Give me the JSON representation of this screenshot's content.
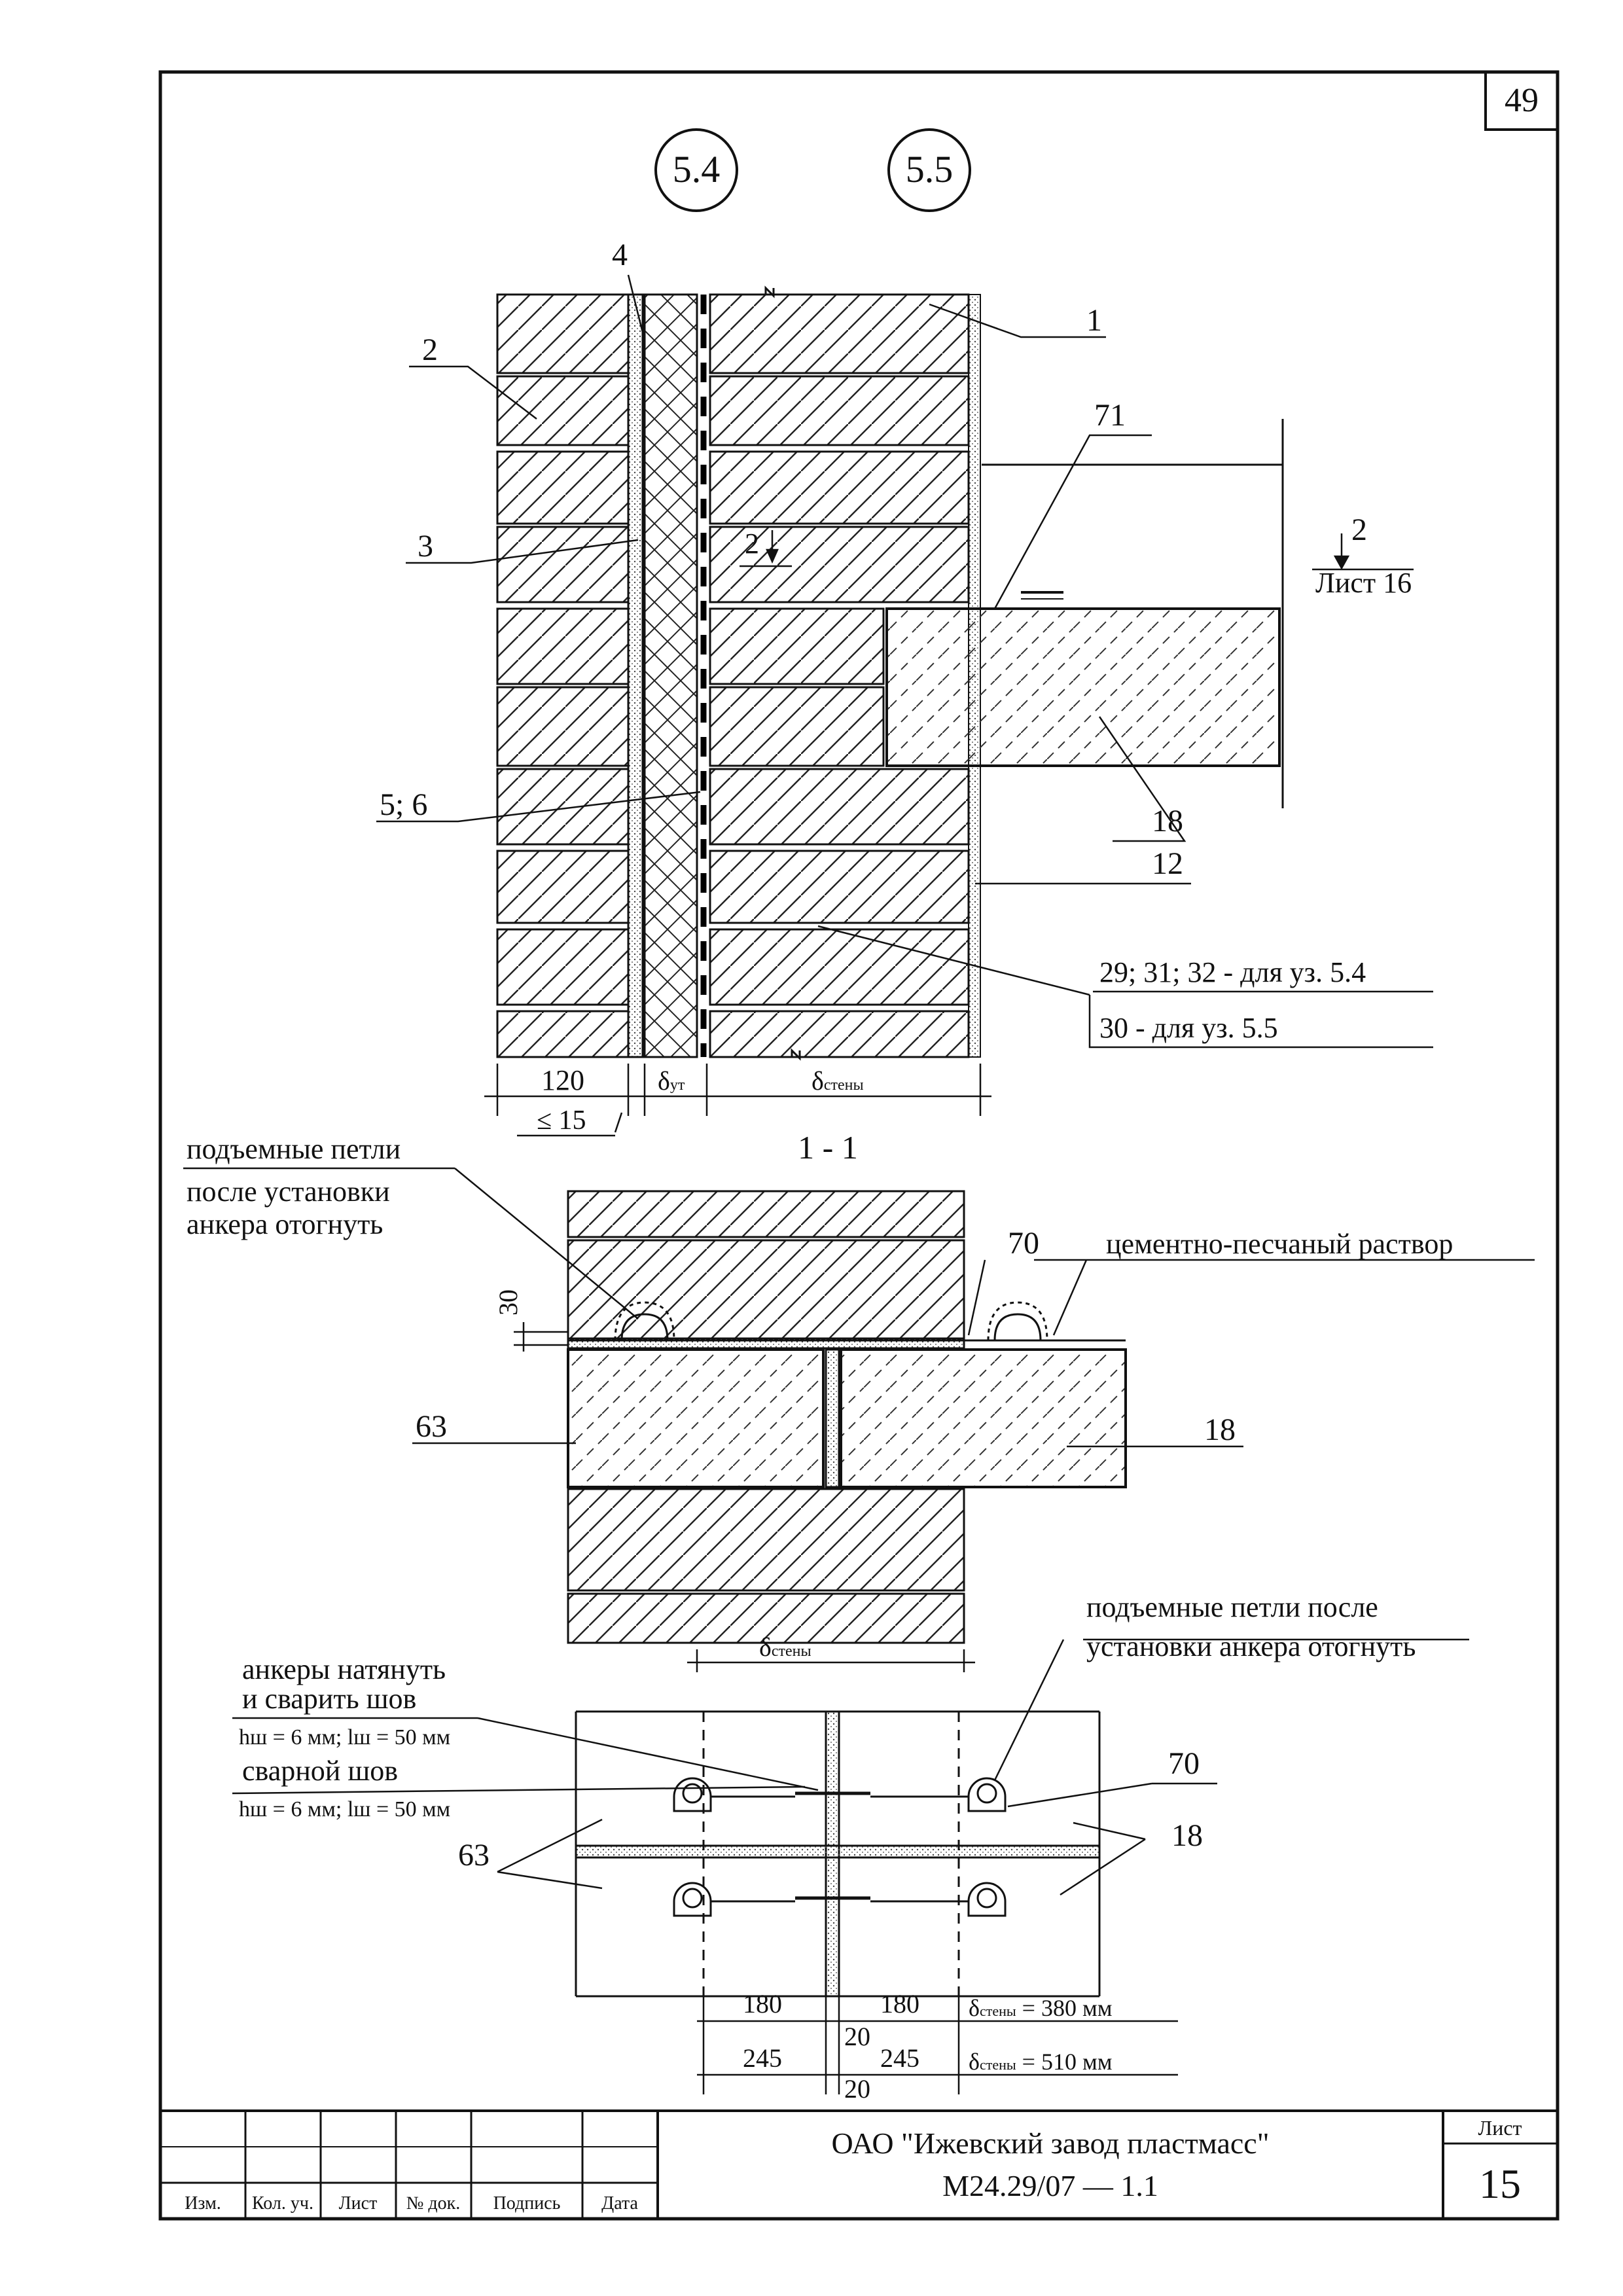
{
  "page_corner_number": "49",
  "section_markers": [
    "5.4",
    "5.5"
  ],
  "detail1": {
    "pos_1": "1",
    "pos_2": "2",
    "pos_3": "3",
    "pos_4": "4",
    "pos_56": "5; 6",
    "pos_71": "71",
    "pos_18": "18",
    "pos_12": "12",
    "cut_arrow_small": "2",
    "cut_ref_num": "2",
    "cut_ref_sheet": "Лист 16",
    "note_line1": "29; 31; 32 - для уз. 5.4",
    "note_line2": "30 - для уз. 5.5",
    "dim_120": "120",
    "dim_delta": "δ",
    "dim_ut_sub": "ут",
    "dim_wall_sub": "стены",
    "dim_le15": "≤ 15"
  },
  "section11": {
    "title": "1 - 1",
    "note_loops_1": "подъемные петли",
    "note_loops_2": "после установки",
    "note_loops_3": "анкера отогнуть",
    "pos_70": "70",
    "mortar": "цементно-песчаный раствор",
    "dim_30": "30",
    "pos_63": "63",
    "pos_18": "18",
    "dim_delta": "δ",
    "dim_wall_sub": "стены"
  },
  "plan": {
    "note_right_1": "подъемные петли после",
    "note_right_2": "установки анкера отогнуть",
    "note_anchor_1": "анкеры натянуть",
    "note_anchor_2": "и сварить шов",
    "weld_spec_1": "hш = 6 мм; lш = 50 мм",
    "weld_label": "сварной шов",
    "weld_spec_2": "hш = 6 мм; lш = 50 мм",
    "pos_70": "70",
    "pos_18": "18",
    "pos_63": "63",
    "dim_180a": "180",
    "dim_180b": "180",
    "dim_20a": "20",
    "dim_245a": "245",
    "dim_245b": "245",
    "dim_20b": "20",
    "delta": "δ",
    "wall_sub": "стены",
    "wall_380": " = 380 мм",
    "wall_510": " = 510 мм"
  },
  "title_block": {
    "col_izm": "Изм.",
    "col_kol": "Кол. уч.",
    "col_list": "Лист",
    "col_doc": "№ док.",
    "col_sign": "Подпись",
    "col_date": "Дата",
    "company": "ОАО \"Ижевский завод пластмасс\"",
    "doc_code": "М24.29/07 — 1.1",
    "sheet_label": "Лист",
    "sheet_number": "15"
  }
}
